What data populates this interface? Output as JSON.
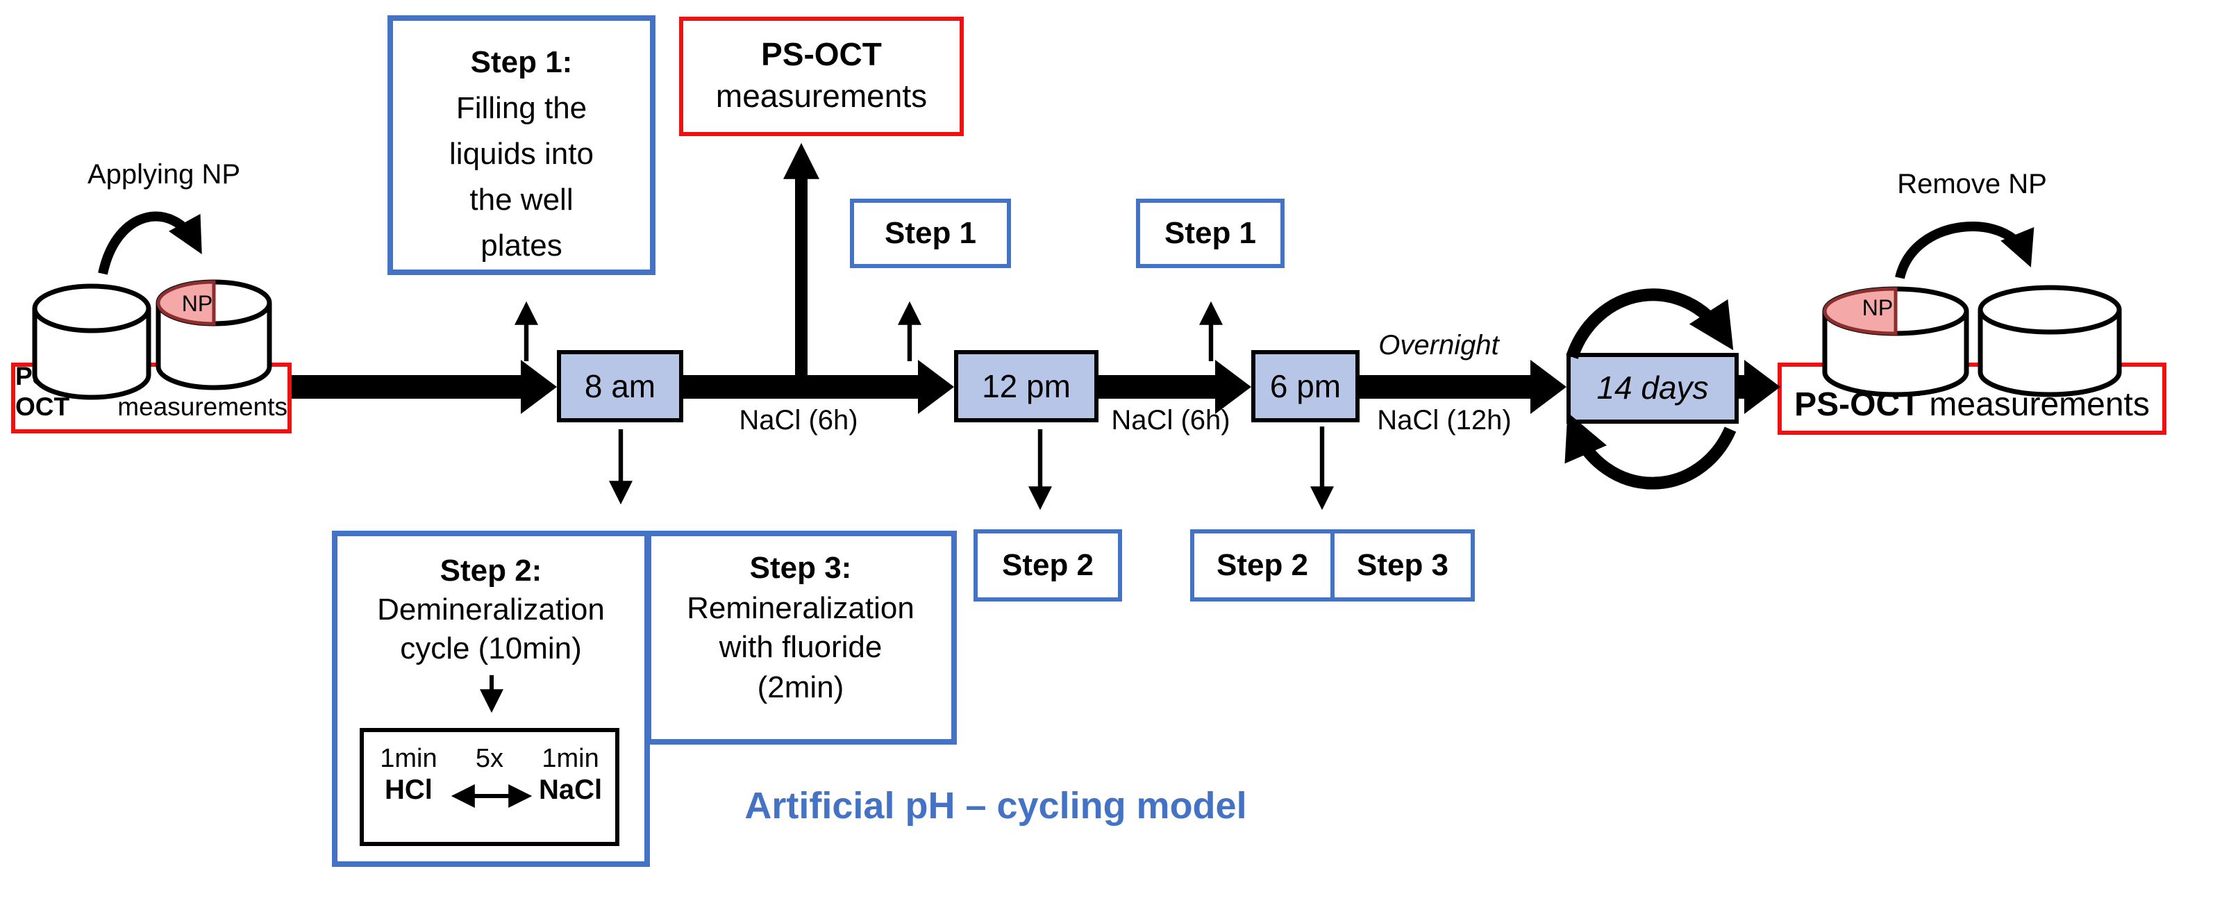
{
  "colors": {
    "blue_border": "#4472C4",
    "box_fill": "#B7C5E6",
    "red": "#ED1111",
    "pink": "#F4A8A8",
    "pink_edge": "#8B2E2E",
    "title_blue": "#4472C4",
    "arrow_black": "#000000"
  },
  "labels": {
    "applying_np": "Applying NP",
    "remove_np": "Remove NP",
    "np": "NP",
    "psoct_bold": "PS-OCT",
    "psoct_rest": "measurements",
    "nacl_6h": "NaCl (6h)",
    "overnight": "Overnight",
    "nacl_12h": "NaCl (12h)",
    "title": "Artificial pH – cycling model"
  },
  "timeline": {
    "t_8am": "8 am",
    "t_12pm": "12 pm",
    "t_6pm": "6 pm",
    "t_14days": "14 days"
  },
  "step1_main": {
    "title": "Step 1:",
    "lines": [
      "Filling the",
      "liquids into",
      "the well",
      "plates"
    ]
  },
  "tags": {
    "step1": "Step 1",
    "step2": "Step 2",
    "step3": "Step 3"
  },
  "step2_main": {
    "title": "Step 2:",
    "line1": "Demineralization",
    "line2": "cycle (10min)",
    "inner": {
      "left_time": "1min",
      "left_agent": "HCl",
      "count": "5x",
      "right_time": "1min",
      "right_agent": "NaCl"
    }
  },
  "step3_main": {
    "title": "Step 3:",
    "line1": "Remineralization",
    "line2": "with fluoride",
    "line3": "(2min)"
  }
}
